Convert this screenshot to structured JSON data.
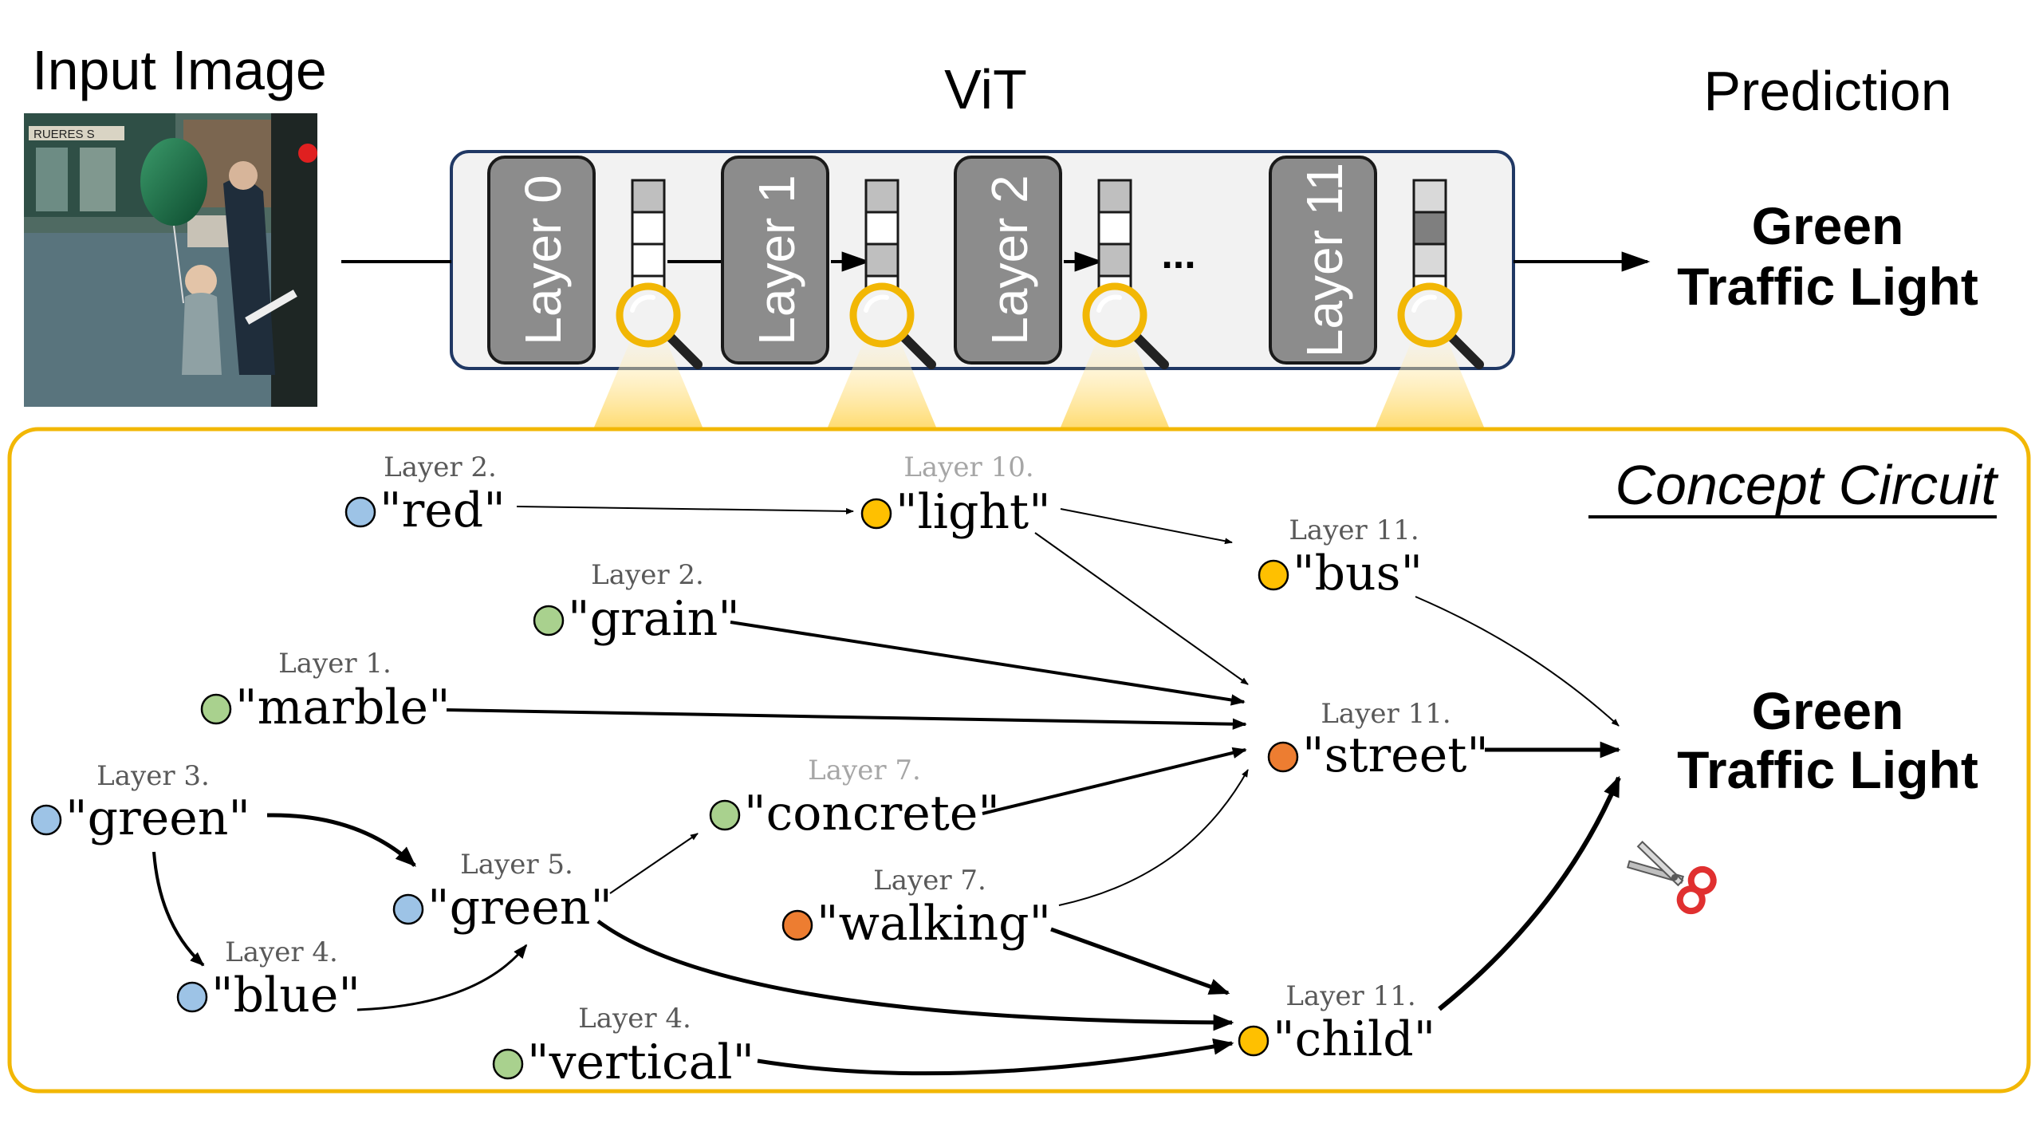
{
  "header": {
    "input_title": "Input Image",
    "vit_title": "ViT",
    "prediction_title": "Prediction",
    "prediction_line1": "Green",
    "prediction_line2": "Traffic Light"
  },
  "vit": {
    "layers": [
      {
        "label": "Layer 0"
      },
      {
        "label": "Layer 1"
      },
      {
        "label": "Layer 2"
      },
      {
        "label": "Layer 11"
      }
    ],
    "ellipsis": "..."
  },
  "circuit": {
    "title": "Concept Circuit",
    "output_line1": "Green",
    "output_line2": "Traffic Light",
    "nodes": [
      {
        "id": "red",
        "layer": "Layer 2.",
        "concept": "\"red\"",
        "color": "#9dc3e6",
        "faded": false
      },
      {
        "id": "light",
        "layer": "Layer 10.",
        "concept": "\"light\"",
        "color": "#ffc000",
        "faded": true
      },
      {
        "id": "bus",
        "layer": "Layer 11.",
        "concept": "\"bus\"",
        "color": "#ffc000",
        "faded": false
      },
      {
        "id": "grain",
        "layer": "Layer 2.",
        "concept": "\"grain\"",
        "color": "#a9d18e",
        "faded": false
      },
      {
        "id": "marble",
        "layer": "Layer 1.",
        "concept": "\"marble\"",
        "color": "#a9d18e",
        "faded": false
      },
      {
        "id": "street",
        "layer": "Layer 11.",
        "concept": "\"street\"",
        "color": "#ed7d31",
        "faded": false
      },
      {
        "id": "green3",
        "layer": "Layer 3.",
        "concept": "\"green\"",
        "color": "#9dc3e6",
        "faded": false
      },
      {
        "id": "concrete",
        "layer": "Layer 7.",
        "concept": "\"concrete\"",
        "color": "#a9d18e",
        "faded": true
      },
      {
        "id": "green5",
        "layer": "Layer 5.",
        "concept": "\"green\"",
        "color": "#9dc3e6",
        "faded": false
      },
      {
        "id": "walking",
        "layer": "Layer 7.",
        "concept": "\"walking\"",
        "color": "#ed7d31",
        "faded": false
      },
      {
        "id": "blue",
        "layer": "Layer 4.",
        "concept": "\"blue\"",
        "color": "#9dc3e6",
        "faded": false
      },
      {
        "id": "child",
        "layer": "Layer 11.",
        "concept": "\"child\"",
        "color": "#ffc000",
        "faded": false
      },
      {
        "id": "vertical",
        "layer": "Layer 4.",
        "concept": "\"vertical\"",
        "color": "#a9d18e",
        "faded": false
      }
    ]
  },
  "colors": {
    "accent_gold": "#f2b705",
    "spotlight": "#ffe699",
    "layer_box": "#8c8c8c",
    "vit_panel": "#f2f2f2",
    "vit_border": "#203864"
  },
  "icons": [
    "magnifier-icon",
    "scissors-icon",
    "balloon-photo"
  ]
}
